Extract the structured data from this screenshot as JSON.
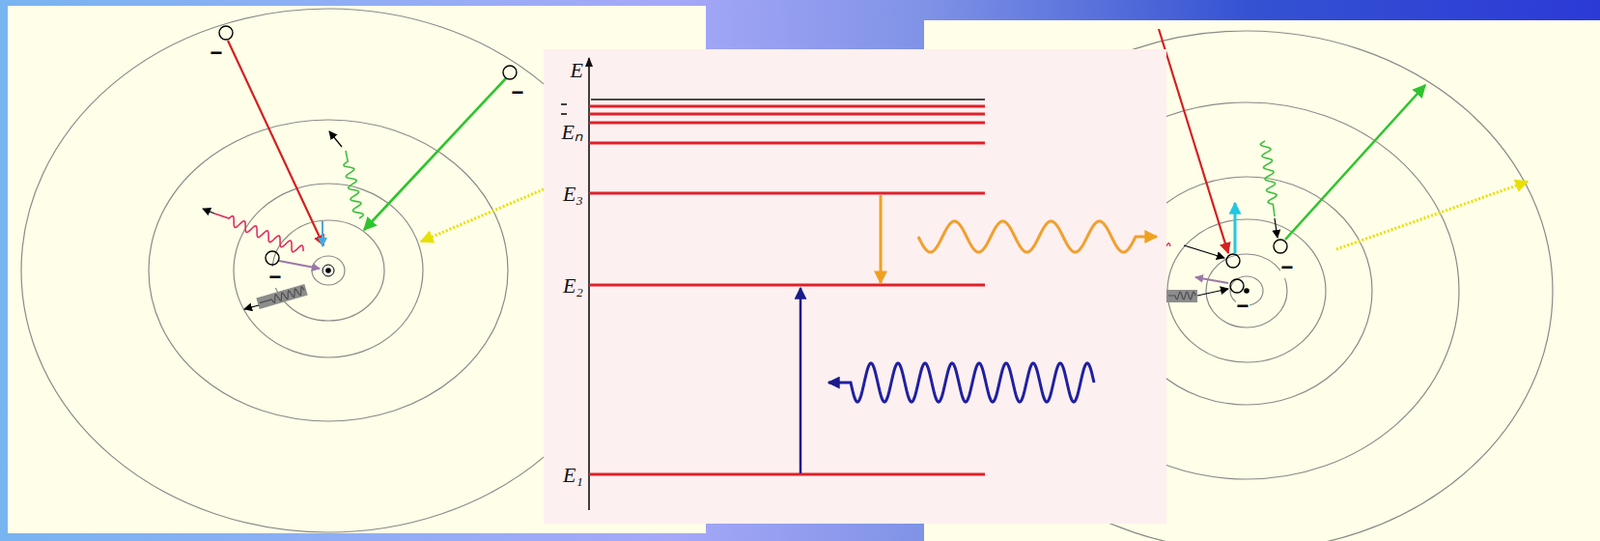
{
  "diagram": {
    "labels": [
      "E",
      "Eₙ",
      "E₃",
      "E₂",
      "E₁",
      "−",
      "−",
      "−",
      "−",
      "−"
    ]
  }
}
